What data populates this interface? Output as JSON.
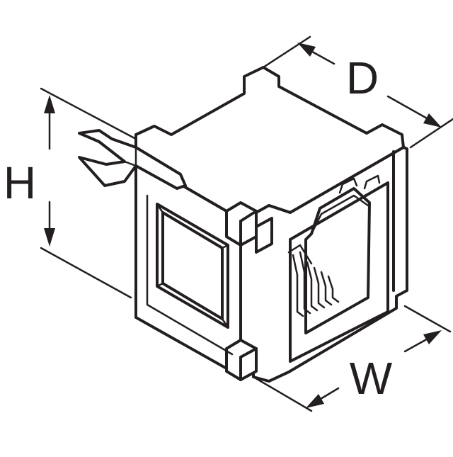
{
  "diagram": {
    "labels": {
      "height": "H",
      "depth": "D",
      "width": "W"
    },
    "line_color": "#231f20",
    "background": "#ffffff"
  }
}
